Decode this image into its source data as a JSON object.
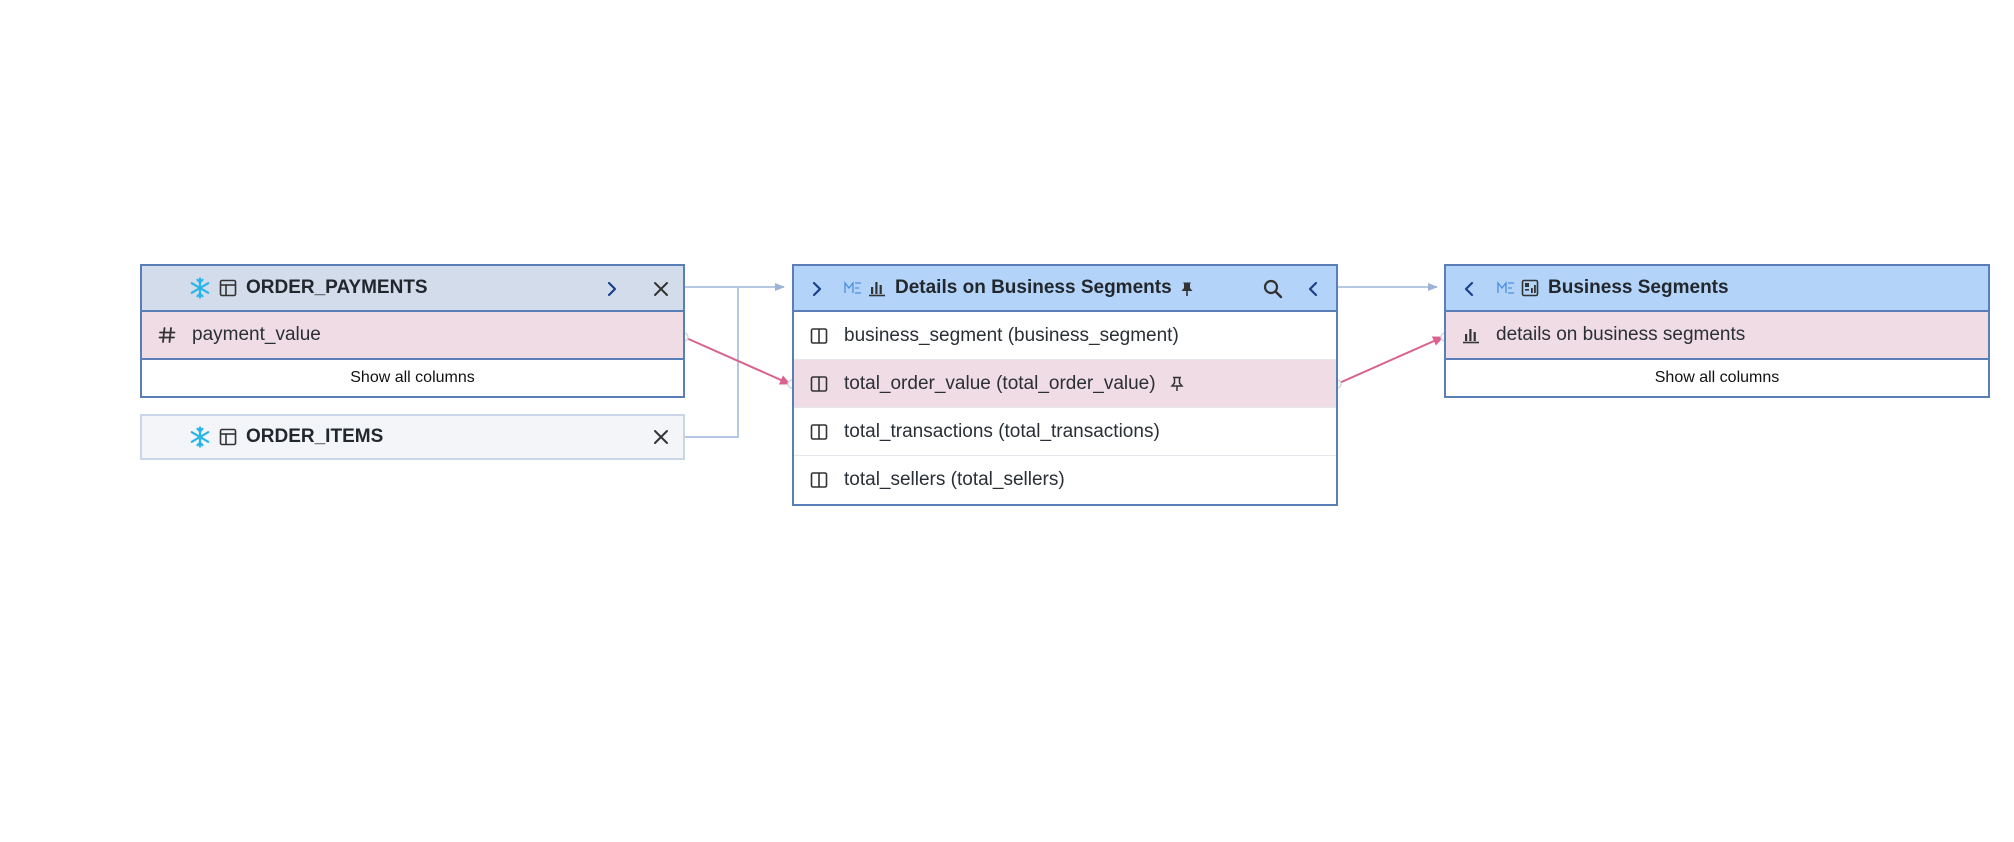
{
  "nodes": {
    "order_payments": {
      "title": "ORDER_PAYMENTS",
      "columns": [
        {
          "name": "payment_value",
          "type_icon": "hash-icon"
        }
      ],
      "show_all": "Show all columns"
    },
    "order_items": {
      "title": "ORDER_ITEMS"
    },
    "details": {
      "title": "Details on Business Segments",
      "columns": [
        {
          "name": "business_segment (business_segment)"
        },
        {
          "name": "total_order_value (total_order_value)"
        },
        {
          "name": "total_transactions (total_transactions)"
        },
        {
          "name": "total_sellers (total_sellers)"
        }
      ]
    },
    "business_segments": {
      "title": "Business Segments",
      "columns": [
        {
          "name": "details on business segments"
        }
      ],
      "show_all": "Show all columns"
    }
  },
  "colors": {
    "node_border": "#5a7fb8",
    "header_table": "#d3dcea",
    "header_view": "#b3d4f8",
    "highlight_row": "#f0dce5",
    "lineage_edge": "#d9628f",
    "flow_edge": "#b7c8e2",
    "snowflake": "#29b5e8"
  },
  "icons": [
    "snowflake-icon",
    "table-icon",
    "chevron-right-icon",
    "close-icon",
    "chevron-left-icon",
    "search-icon",
    "pin-icon",
    "lineage-icon",
    "bar-chart-icon",
    "dashboard-icon",
    "column-icon",
    "hash-icon"
  ]
}
